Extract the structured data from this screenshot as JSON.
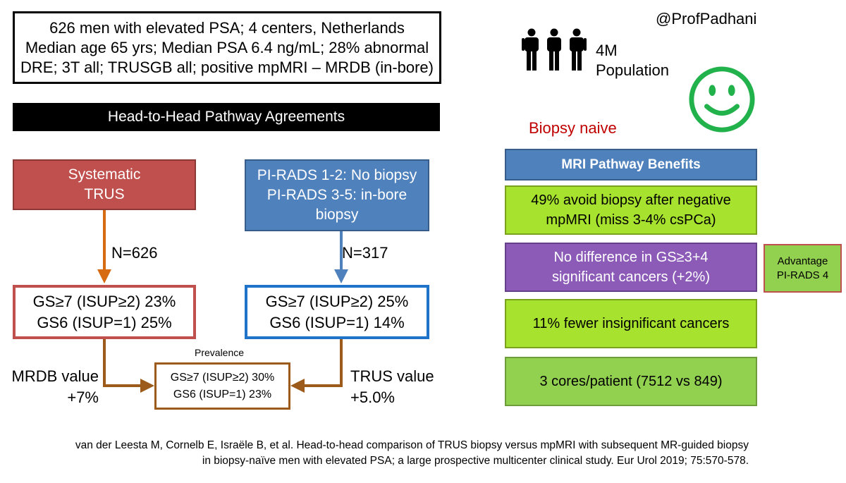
{
  "study_box": {
    "lines": [
      "626 men with elevated PSA; 4 centers, Netherlands",
      "Median age 65 yrs; Median PSA 6.4 ng/mL; 28% abnormal",
      "DRE; 3T all; TRUSGB all; positive mpMRI – MRDB (in-bore)"
    ]
  },
  "header_bar": "Head-to-Head Pathway Agreements",
  "left_pathway": {
    "title_lines": [
      "Systematic",
      "TRUS"
    ],
    "n": "N=626",
    "results": [
      "GS≥7 (ISUP≥2) 23%",
      "GS6 (ISUP=1) 25%"
    ],
    "value_lines": [
      "MRDB value",
      "+7%"
    ]
  },
  "right_pathway": {
    "title_lines": [
      "PI-RADS 1-2: No biopsy",
      "PI-RADS 3-5: in-bore",
      "biopsy"
    ],
    "n": "N=317",
    "results": [
      "GS≥7 (ISUP≥2) 25%",
      "GS6 (ISUP=1) 14%"
    ],
    "value_lines": [
      "TRUS value",
      "+5.0%"
    ]
  },
  "prevalence": {
    "label": "Prevalence",
    "lines": [
      "GS≥7 (ISUP≥2) 30%",
      "GS6 (ISUP=1) 23%"
    ]
  },
  "handle": "@ProfPadhani",
  "population_lines": [
    "4M",
    "Population"
  ],
  "biopsy_naive": "Biopsy naive",
  "benefits": {
    "header": "MRI Pathway Benefits",
    "items": [
      {
        "lines": [
          "49% avoid biopsy after negative",
          "mpMRI (miss 3-4% csPCa)"
        ]
      },
      {
        "lines": [
          "No difference in GS≥3+4",
          "significant cancers (+2%)"
        ]
      },
      {
        "lines": [
          "11% fewer insignificant cancers"
        ]
      },
      {
        "lines": [
          "3 cores/patient (7512 vs 849)"
        ]
      }
    ]
  },
  "advantage_lines": [
    "Advantage",
    "PI-RADS 4"
  ],
  "citation_lines": [
    "van der Leesta M, Cornelb E, Israële B, et al. Head-to-head comparison of TRUS biopsy versus mpMRI with subsequent MR-guided biopsy",
    "in biopsy-naïve men with elevated PSA; a large prospective multicenter clinical study. Eur Urol 2019; 75:570-578."
  ],
  "colors": {
    "red_box": "#c0504d",
    "blue_box": "#4f81bd",
    "green_box": "#a6e22e",
    "purple_box": "#8c5bb8",
    "arrow_orange": "#d66b12",
    "arrow_blue": "#4f81bd",
    "prevalence_brown": "#9c5a1b",
    "smiley_green": "#22b24c"
  },
  "icons": [
    "people-icon",
    "smiley-icon"
  ]
}
